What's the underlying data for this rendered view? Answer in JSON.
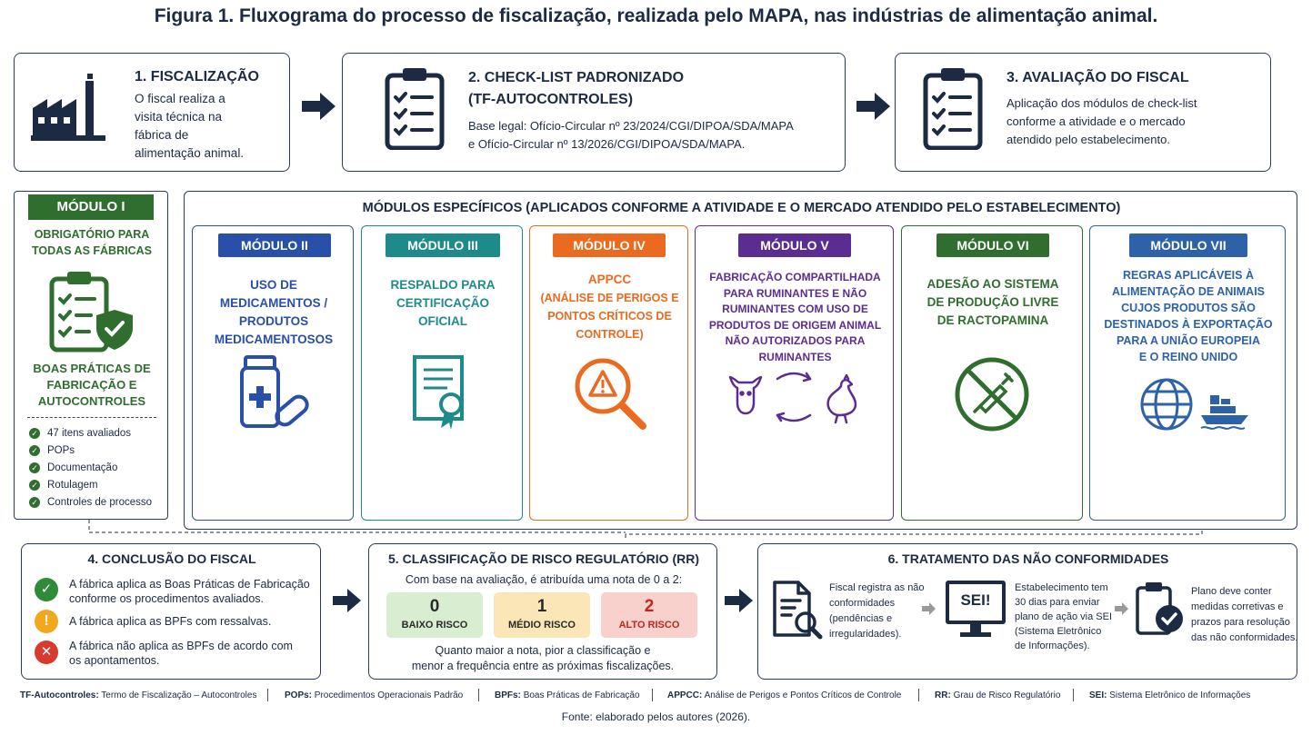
{
  "title": "Figura 1. Fluxograma do processo de fiscalização, realizada pelo MAPA, nas indústrias de alimentação animal.",
  "steps": {
    "s1": {
      "title": "1. FISCALIZAÇÃO",
      "text": [
        "O fiscal realiza a",
        "visita técnica na",
        "fábrica de",
        "alimentação animal."
      ]
    },
    "s2": {
      "title1": "2. CHECK-LIST PADRONIZADO",
      "title2": "(TF-AUTOCONTROLES)",
      "text": [
        "Base legal: Ofício-Circular nº 23/2024/CGI/DIPOA/SDA/MAPA",
        "e Ofício-Circular nº 13/2026/CGI/DIPOA/SDA/MAPA."
      ]
    },
    "s3": {
      "title": "3. AVALIAÇÃO DO FISCAL",
      "text": [
        "Aplicação dos módulos de check-list",
        "conforme a atividade e o mercado",
        "atendido pelo estabelecimento."
      ]
    }
  },
  "modulo1": {
    "label": "MÓDULO I",
    "head": [
      "OBRIGATÓRIO PARA",
      "TODAS AS FÁBRICAS"
    ],
    "sub": [
      "BOAS PRÁTICAS DE",
      "FABRICAÇÃO E",
      "AUTOCONTROLES"
    ],
    "items": [
      "47 itens avaliados",
      "POPs",
      "Documentação",
      "Rotulagem",
      "Controles de processo"
    ]
  },
  "especificos_title": "MÓDULOS ESPECÍFICOS (APLICADOS CONFORME A ATIVIDADE E O MERCADO ATENDIDO PELO ESTABELECIMENTO)",
  "modules": [
    {
      "label": "MÓDULO II",
      "color": "#2950a8",
      "lines": [
        "USO DE",
        "MEDICAMENTOS /",
        "PRODUTOS",
        "MEDICAMENTOSOS"
      ]
    },
    {
      "label": "MÓDULO III",
      "color": "#1f8a8a",
      "lines": [
        "RESPALDO PARA",
        "CERTIFICAÇÃO",
        "OFICIAL"
      ]
    },
    {
      "label": "MÓDULO IV",
      "color": "#ea6a1f",
      "lines": [
        "APPCC",
        "(ANÁLISE DE PERIGOS E",
        "PONTOS CRÍTICOS DE",
        "CONTROLE)"
      ]
    },
    {
      "label": "MÓDULO V",
      "color": "#5b2d90",
      "lines": [
        "FABRICAÇÃO COMPARTILHADA",
        "PARA RUMINANTES E NÃO",
        "RUMINANTES COM USO DE",
        "PRODUTOS DE ORIGEM ANIMAL",
        "NÃO AUTORIZADOS PARA",
        "RUMINANTES"
      ]
    },
    {
      "label": "MÓDULO VI",
      "color": "#2f6e2f",
      "lines": [
        "ADESÃO AO SISTEMA",
        "DE PRODUÇÃO LIVRE",
        "DE RACTOPAMINA"
      ]
    },
    {
      "label": "MÓDULO VII",
      "color": "#2d62a8",
      "lines": [
        "REGRAS APLICÁVEIS À",
        "ALIMENTAÇÃO DE ANIMAIS",
        "CUJOS PRODUTOS SÃO",
        "DESTINADOS À EXPORTAÇÃO",
        "PARA A UNIÃO EUROPEIA",
        "E O REINO UNIDO"
      ]
    }
  ],
  "s4": {
    "title": "4. CONCLUSÃO DO FISCAL",
    "items": [
      {
        "lines": [
          "A fábrica aplica as Boas Práticas de Fabricação",
          "conforme os procedimentos avaliados."
        ],
        "color": "#2f8a3a",
        "sym": "✓"
      },
      {
        "lines": [
          "A fábrica aplica as BPFs com ressalvas."
        ],
        "color": "#f2a81d",
        "sym": "!"
      },
      {
        "lines": [
          "A fábrica não aplica as BPFs de acordo com",
          "os apontamentos."
        ],
        "color": "#d93a2e",
        "sym": "✕"
      }
    ]
  },
  "s5": {
    "title": "5. CLASSIFICAÇÃO DE RISCO REGULATÓRIO (RR)",
    "intro": "Com base na avaliação, é atribuída uma nota de 0 a 2:",
    "risks": [
      {
        "n": "0",
        "label": "BAIXO RISCO",
        "bg": "#d9edd0",
        "fg": "#2a2a2a",
        "lc": "#2a2a2a"
      },
      {
        "n": "1",
        "label": "MÉDIO RISCO",
        "bg": "#fbe6b8",
        "fg": "#2a2a2a",
        "lc": "#2a2a2a"
      },
      {
        "n": "2",
        "label": "ALTO RISCO",
        "bg": "#f8d0cc",
        "fg": "#c0281e",
        "lc": "#c0281e"
      }
    ],
    "note": [
      "Quanto maior a nota, pior a classificação e",
      "menor a frequência entre as próximas fiscalizações."
    ]
  },
  "s6": {
    "title": "6. TRATAMENTO DAS NÃO CONFORMIDADES",
    "a": [
      "Fiscal registra as não",
      "conformidades",
      "(pendências e",
      "irregularidades)."
    ],
    "sei": "SEI!",
    "b": [
      "Estabelecimento tem",
      "30 dias para enviar",
      "plano de ação via SEI",
      "(Sistema Eletrônico",
      "de Informações)."
    ],
    "c": [
      "Plano deve conter",
      "medidas corretivas e",
      "prazos para resolução",
      "das não conformidades."
    ]
  },
  "legend": [
    {
      "abbr": "TF-Autocontroles:",
      "text": "Termo de Fiscalização – Autocontroles"
    },
    {
      "abbr": "POPs:",
      "text": "Procedimentos Operacionais Padrão"
    },
    {
      "abbr": "BPFs:",
      "text": "Boas Práticas de Fabricação"
    },
    {
      "abbr": "APPCC:",
      "text": "Análise de Perigos e Pontos Críticos de Controle"
    },
    {
      "abbr": "RR:",
      "text": "Grau de Risco Regulatório"
    },
    {
      "abbr": "SEI:",
      "text": "Sistema Eletrônico de Informações"
    }
  ],
  "source": "Fonte: elaborado pelos autores (2026)."
}
